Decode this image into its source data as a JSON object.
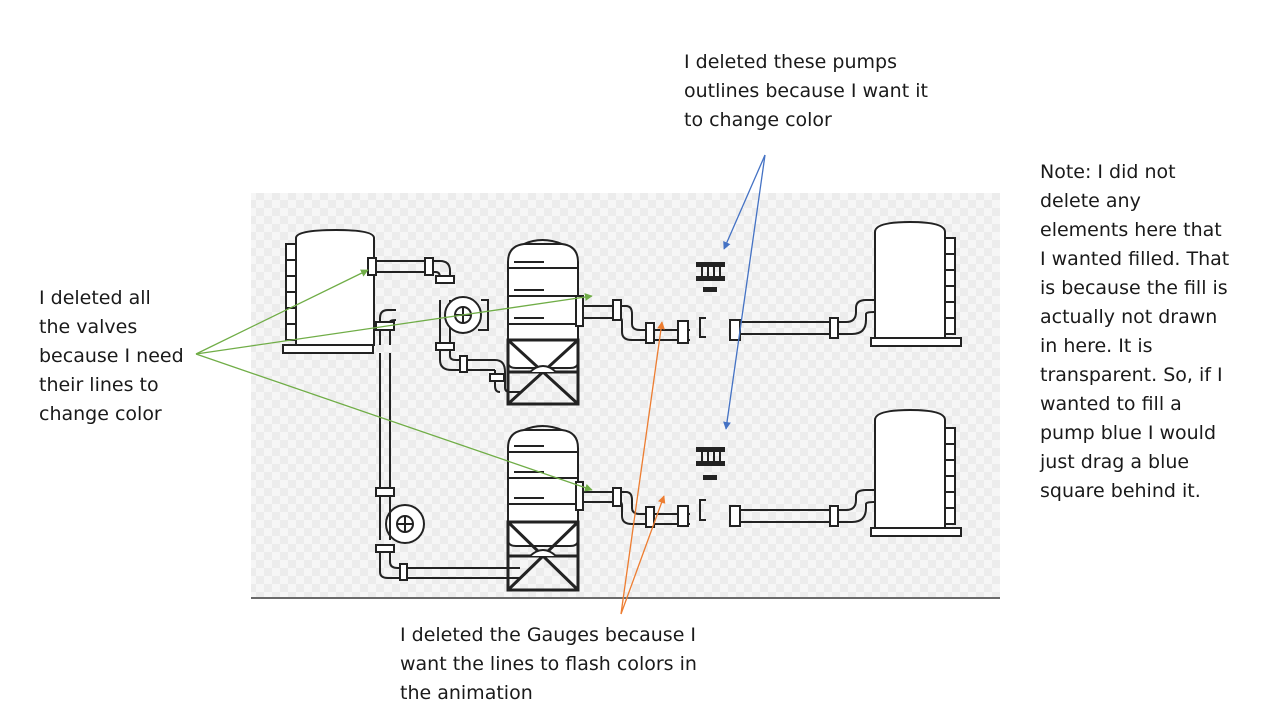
{
  "annotations": {
    "pumps": "I deleted these pumps\noutlines because I want it\nto change color",
    "valves": "I deleted all\nthe valves\nbecause I need\ntheir lines to\nchange color",
    "fill_note": "Note: I did not\ndelete any\nelements here that\nI wanted filled. That\nis because the fill is\nactually not drawn\nin here. It is\ntransparent. So, if I\nwanted to fill a\npump blue I would\njust drag a blue\nsquare behind it.",
    "gauges": "I deleted the Gauges because I\nwant the lines to flash colors in\nthe animation"
  },
  "colors": {
    "pump_arrows": "#4472c4",
    "valve_arrows": "#70ad47",
    "gauge_arrows": "#ed7d31",
    "outline": "#222222",
    "panel": "#f3f3f3"
  }
}
